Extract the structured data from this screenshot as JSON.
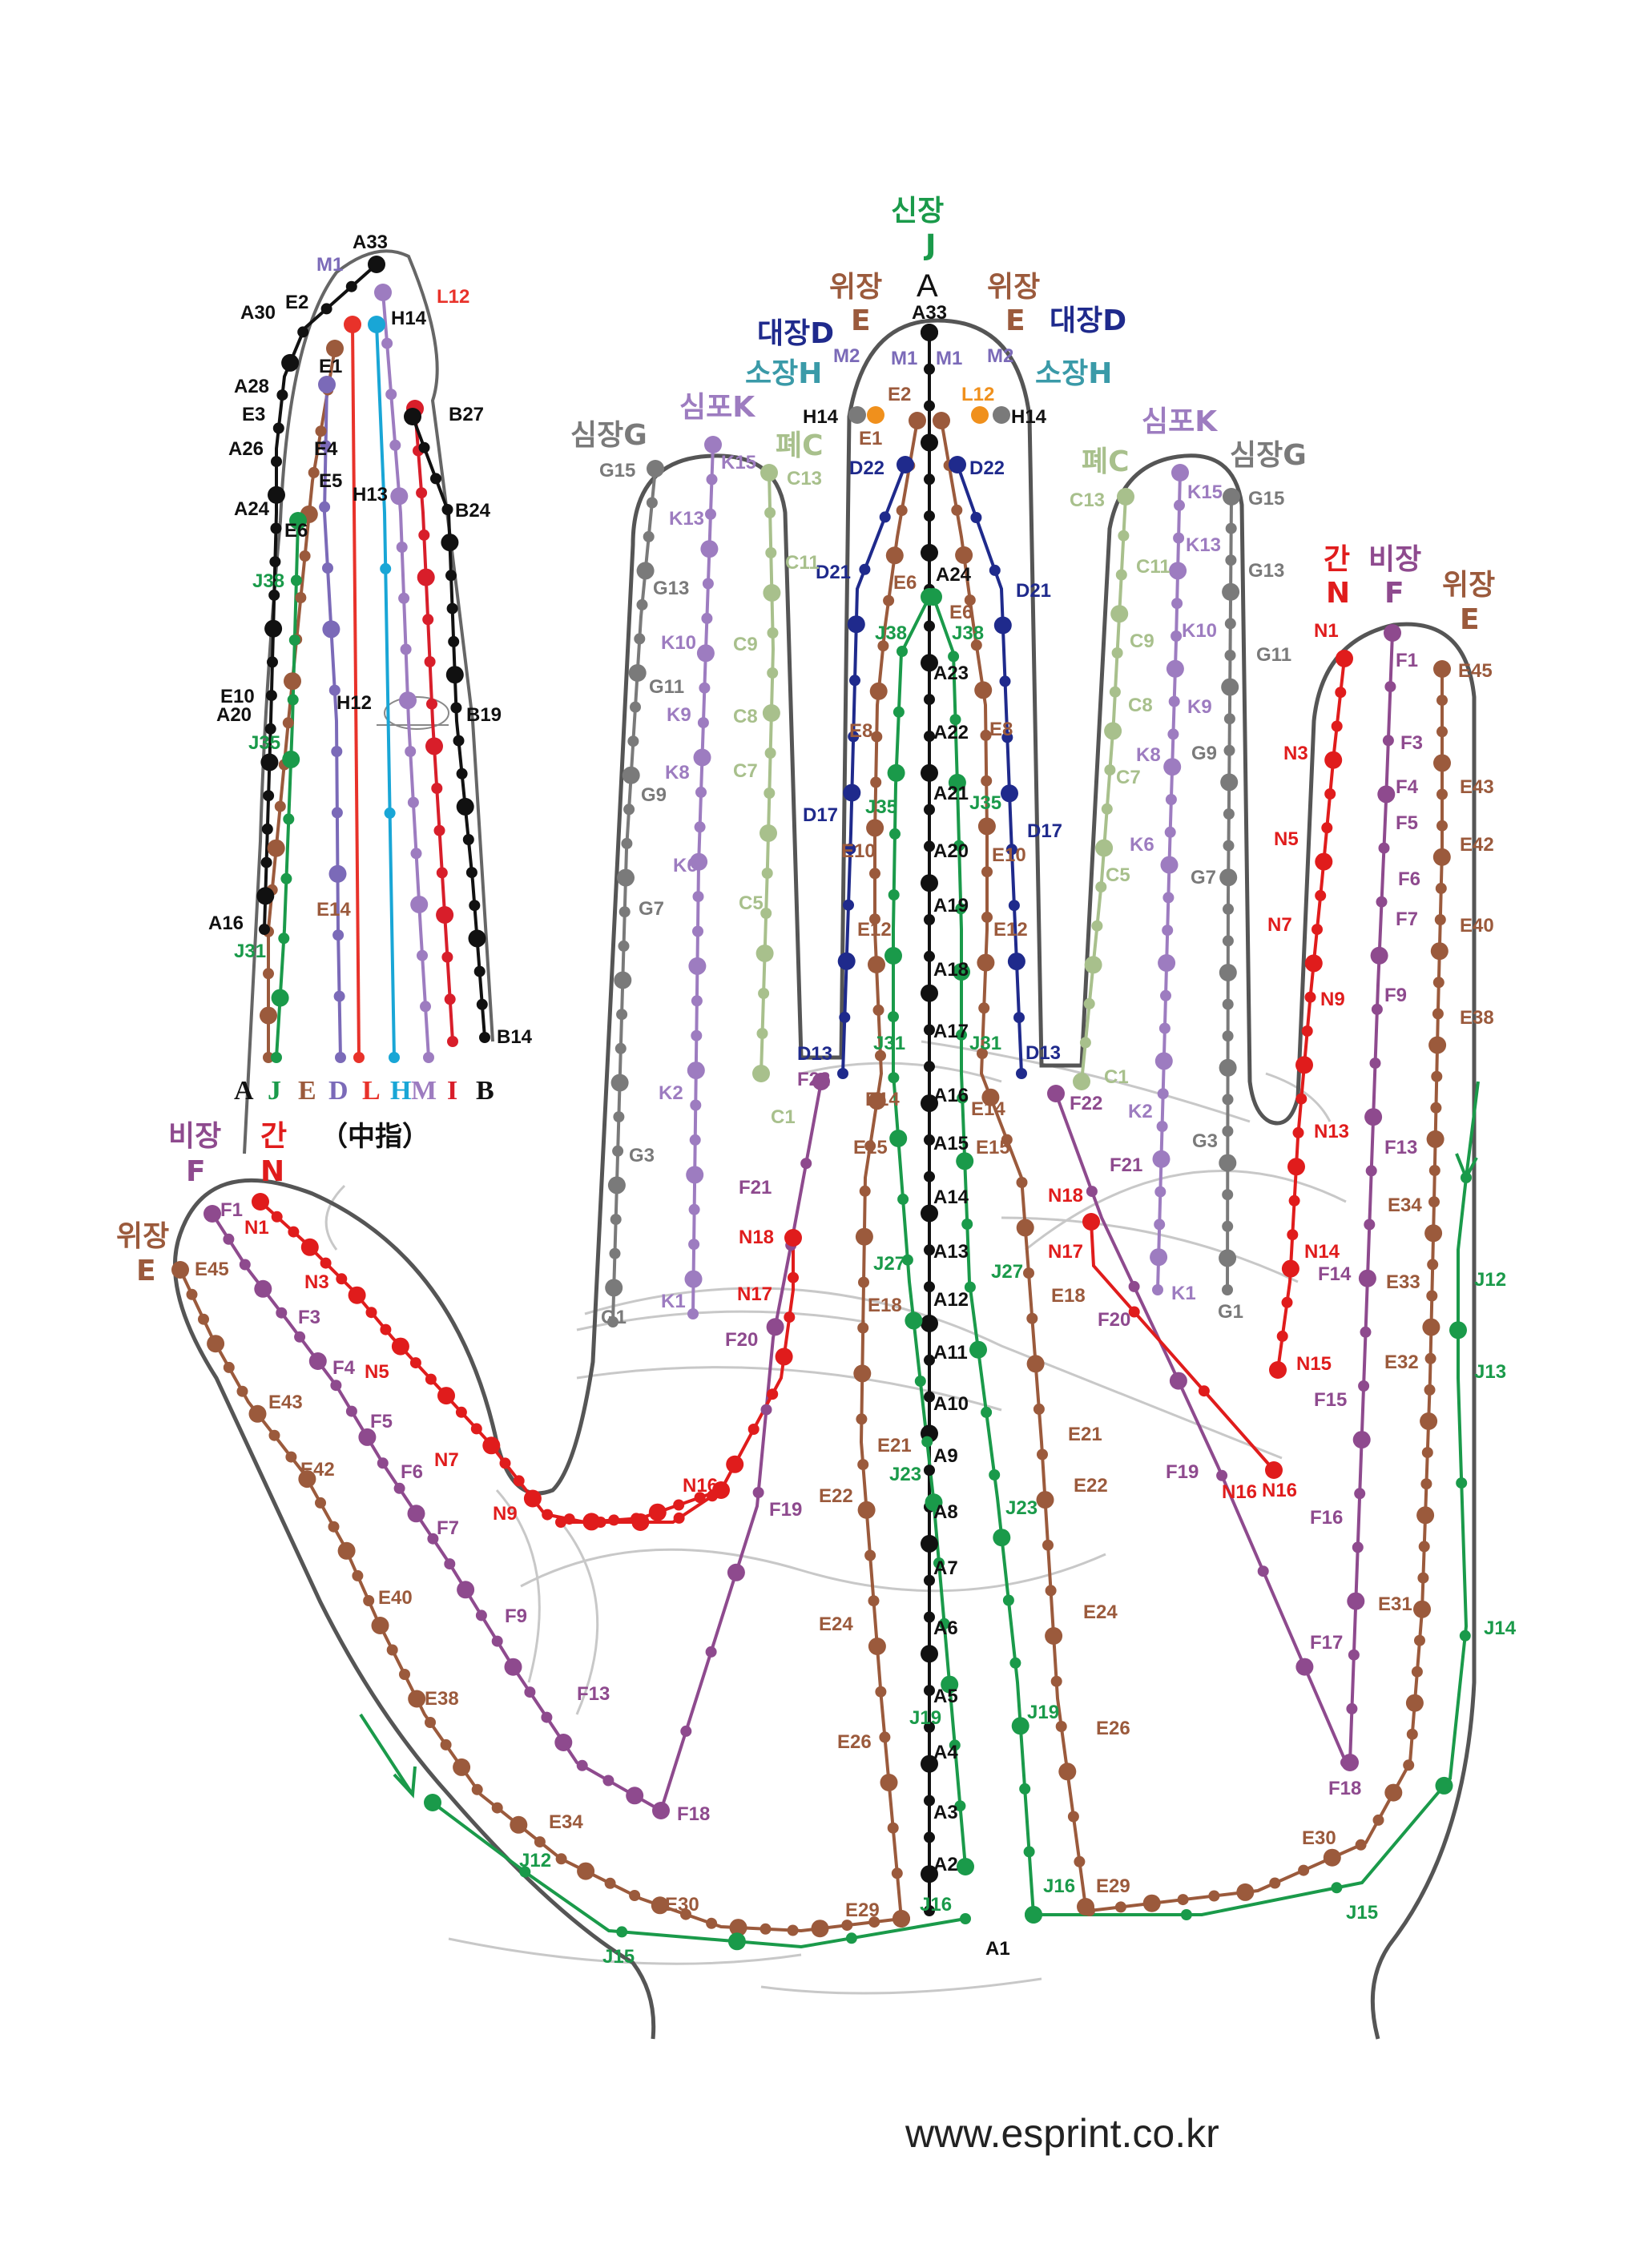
{
  "colors": {
    "A": "#111111",
    "B": "#111111",
    "C": "#a8c08c",
    "D": "#1f2a8c",
    "E": "#9b5a3c",
    "F": "#8e4a8e",
    "G": "#7a7a7a",
    "H": "#19a6d6",
    "I": "#d81e2a",
    "J": "#1a9a4a",
    "K": "#9d7cc0",
    "L": "#e8322a",
    "M": "#7b6ab8",
    "N": "#e01c1c",
    "Fbright": "#f0901c",
    "outline": "#555555",
    "crease": "#c8c8c8"
  },
  "header": {
    "kidney": "신장",
    "kidney_letter": "J",
    "middle_letter": "A",
    "tip_point": "A33",
    "stomach": "위장",
    "stomach_letter": "E",
    "large_intestine": "대장D",
    "small_intestine": "소장H",
    "pericardium": "심포K",
    "lung": "폐C",
    "heart": "심장G",
    "liver": "간",
    "liver_letter": "N",
    "spleen": "비장",
    "spleen_letter": "F"
  },
  "inset": {
    "legend_letters": [
      "A",
      "J",
      "E",
      "D",
      "L",
      "H",
      "M",
      "I",
      "B"
    ],
    "caption": "（中指）"
  },
  "footer": {
    "url": "www.esprint.co.kr"
  }
}
